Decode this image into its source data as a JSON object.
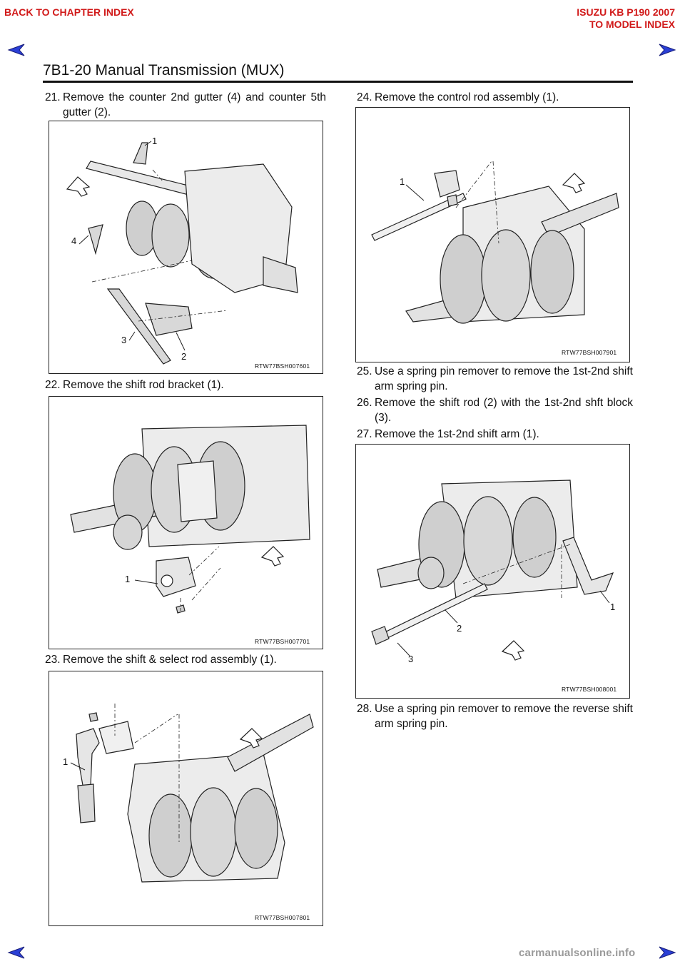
{
  "nav": {
    "back_to_chapter": "BACK TO CHAPTER INDEX",
    "model_name": "ISUZU KB P190 2007",
    "to_model_index": "TO MODEL INDEX"
  },
  "header": {
    "page_title": "7B1-20    Manual Transmission (MUX)"
  },
  "left_column": {
    "steps": [
      {
        "num": "21.",
        "text": "Remove the counter 2nd gutter (4) and counter 5th gutter (2)."
      },
      {
        "num": "22.",
        "text": "Remove the shift rod bracket (1)."
      },
      {
        "num": "23.",
        "text": "Remove the shift & select rod assembly (1)."
      }
    ],
    "figures": [
      {
        "code": "RTW77BSH007601",
        "callouts": [
          "1",
          "4",
          "3",
          "2"
        ]
      },
      {
        "code": "RTW77BSH007701",
        "callouts": [
          "1"
        ]
      },
      {
        "code": "RTW77BSH007801",
        "callouts": [
          "1"
        ]
      }
    ]
  },
  "right_column": {
    "steps": [
      {
        "num": "24.",
        "text": "Remove the control rod assembly (1)."
      },
      {
        "num": "25.",
        "text": "Use a spring pin remover to remove the 1st-2nd shift arm spring pin."
      },
      {
        "num": "26.",
        "text": "Remove the shift rod (2) with the 1st-2nd shft block (3)."
      },
      {
        "num": "27.",
        "text": "Remove the 1st-2nd shift arm (1)."
      },
      {
        "num": "28.",
        "text": "Use a spring pin remover to remove the reverse shift arm spring pin."
      }
    ],
    "figures": [
      {
        "code": "RTW77BSH007901",
        "callouts": [
          "1"
        ]
      },
      {
        "code": "RTW77BSH008001",
        "callouts": [
          "1",
          "2",
          "3"
        ]
      }
    ]
  },
  "footer": {
    "watermark": "carmanualsonline.info"
  },
  "colors": {
    "nav_red": "#d11a1a",
    "arrow_blue": "#2a3fd6",
    "text": "#111111",
    "watermark_gray": "#9a9a9a"
  },
  "icons": {
    "prev_page": "left-arrow-icon",
    "next_page": "right-arrow-icon"
  }
}
